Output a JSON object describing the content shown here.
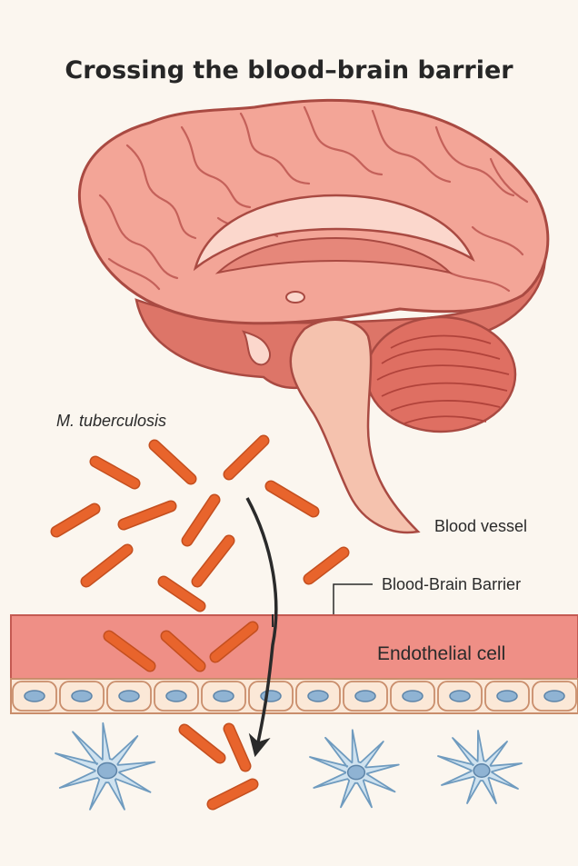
{
  "title": "Crossing the blood–brain barrier",
  "labels": {
    "pathogen": "M. tuberculosis",
    "blood_vessel": "Blood vessel",
    "barrier": "Blood-Brain Barrier",
    "endothelial": "Endothelial cell"
  },
  "colors": {
    "background": "#fbf6ef",
    "brain": "#f3a597",
    "brain_dark": "#d9675a",
    "outline": "#a94a42",
    "bacteria": "#e8642c",
    "vessel": "#ef8f86",
    "cell_fill": "#fbe8d7",
    "nucleus": "#8fb3d3",
    "astrocyte": "#cfe2ef",
    "arrow": "#2a2a2a"
  },
  "icons": [
    "brain-illustration",
    "bacteria-rod-icon",
    "astrocyte-icon",
    "curved-arrow-icon"
  ]
}
